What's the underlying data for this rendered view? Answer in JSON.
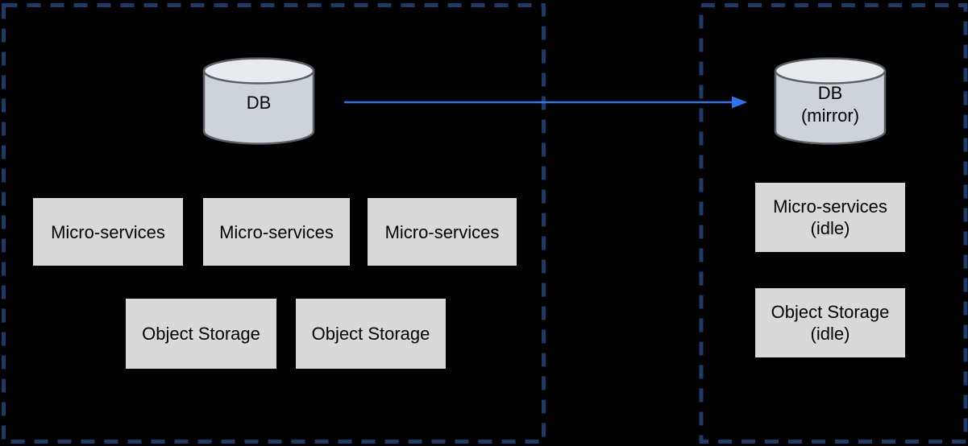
{
  "colors": {
    "background": "#000000",
    "region_border": "#1e3a66",
    "arrow": "#2e75ec",
    "node_fill": "#d9d9d9",
    "node_text": "#000000",
    "cylinder_body": "#cdd3d8",
    "cylinder_top": "#e8ebed",
    "cylinder_stroke": "#595f64"
  },
  "primary_region": {
    "db": {
      "label": "DB"
    },
    "microservices": [
      {
        "label": "Micro-services"
      },
      {
        "label": "Micro-services"
      },
      {
        "label": "Micro-services"
      }
    ],
    "object_storage": [
      {
        "label": "Object Storage"
      },
      {
        "label": "Object Storage"
      }
    ]
  },
  "mirror_region": {
    "db": {
      "label": "DB",
      "sublabel": "(mirror)"
    },
    "microservices": {
      "label": "Micro-services",
      "sublabel": "(idle)"
    },
    "object_storage": {
      "label": "Object Storage",
      "sublabel": "(idle)"
    }
  },
  "connector": {
    "type": "arrow",
    "from": "DB",
    "to": "DB (mirror)"
  }
}
